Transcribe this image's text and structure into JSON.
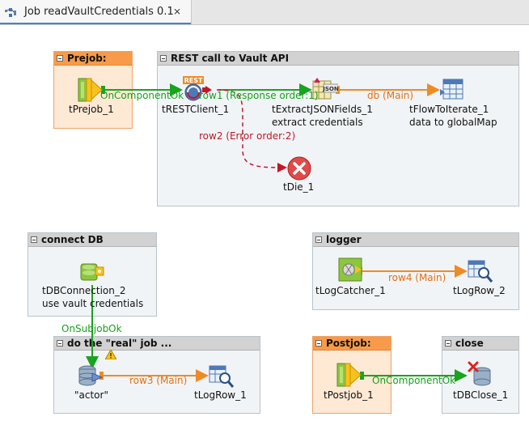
{
  "tab": {
    "title": "Job readVaultCredentials 0.1",
    "close": "⨯"
  },
  "subjobs": {
    "prejob": "Prejob:",
    "rest": "REST call to Vault API",
    "connect": "connect DB",
    "logger": "logger",
    "real": "do the \"real\" job ...",
    "postjob": "Postjob:",
    "close": "close"
  },
  "components": {
    "tPrejob_1": "tPrejob_1",
    "tRESTClient_1": "tRESTClient_1",
    "tExtractJSONFields_1": "tExtractJSONFields_1",
    "tExtractJSONFields_1_sub": "extract credentials",
    "tFlowToIterate_1": "tFlowToIterate_1",
    "tFlowToIterate_1_sub": "data to globalMap",
    "tDie_1": "tDie_1",
    "tDBConnection_2": "tDBConnection_2",
    "tDBConnection_2_sub": "use vault credentials",
    "tLogCatcher_1": "tLogCatcher_1",
    "tLogRow_2": "tLogRow_2",
    "actor": "\"actor\"",
    "tLogRow_1": "tLogRow_1",
    "tPostjob_1": "tPostjob_1",
    "tDBClose_1": "tDBClose_1"
  },
  "links": {
    "onComponentOk1": "OnComponentOk",
    "row1": "row1 (Response order:1)",
    "db": "db (Main)",
    "row2": "row2 (Error order:2)",
    "row4": "row4 (Main)",
    "onSubjobOk": "OnSubjobOk",
    "row3": "row3 (Main)",
    "onComponentOk2": "OnComponentOk"
  },
  "icon_badges": {
    "rest": "REST",
    "json": "JSON"
  },
  "colors": {
    "main_link": "#f08a24",
    "trigger_link": "#1aa320",
    "error_link": "#c4162a",
    "subjob_orange": "#f79b4a",
    "subjob_gray": "#d2d2d2"
  }
}
